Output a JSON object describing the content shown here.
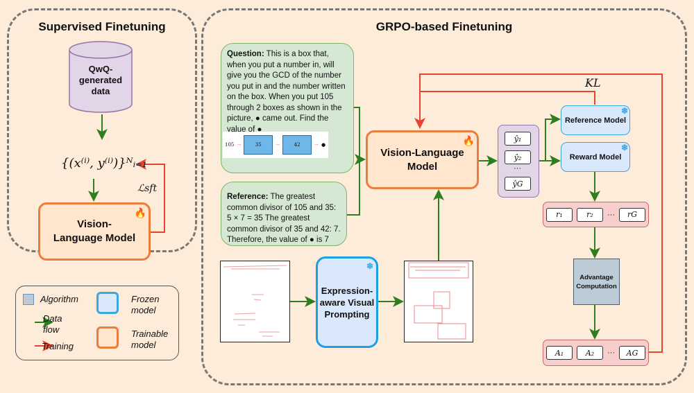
{
  "sft": {
    "title": "Supervised Finetuning",
    "data_label": "QwQ-generated data",
    "dataset_formula": "{(x⁽ⁱ⁾, y⁽ⁱ⁾)}ᴺᵢ₌₁",
    "loss_label": "ℒsft",
    "model_label": "Vision-Language Model"
  },
  "grpo": {
    "title": "GRPO-based Finetuning",
    "question_bold": "Question:",
    "question_text": "This is a box that, when you put a number in, will give you the GCD of the number you put in and the number written on the box. When you put 105 through 2 boxes as shown in the picture, ● came out. Find the value of ●",
    "figure": {
      "input": "105",
      "box1": "35",
      "box2": "42"
    },
    "reference_bold": "Reference:",
    "reference_text": "The greatest common divisor of 105 and 35: 5 × 7 = 35 The greatest common divisor of 35 and 42: 7. Therefore, the value of ● is 7",
    "model_label": "Vision-Language Model",
    "kl_label": "KL",
    "outputs": [
      "ŷ₁",
      "ŷ₂",
      "···",
      "ŷG"
    ],
    "reference_model": "Reference Model",
    "reward_model": "Reward Model",
    "rewards": [
      "r₁",
      "r₂",
      "···",
      "rG"
    ],
    "advantage_label": "Advantage Computation",
    "advantages": [
      "A₁",
      "A₂",
      "···",
      "AG"
    ],
    "evp_label": "Expression-aware Visual Prompting"
  },
  "legend": {
    "algorithm": "Algorithm",
    "data_flow": "Data flow",
    "training": "Training",
    "frozen": "Frozen model",
    "trainable": "Trainable model"
  },
  "colors": {
    "background": "#fdecd9",
    "data_flow": "#2e7d1e",
    "training": "#e8432e",
    "trainable_fill": "#ffe6cc",
    "trainable_border": "#ea7d3c",
    "frozen_fill": "#dae8fc",
    "frozen_border": "#3aa7dd",
    "algorithm_fill": "#bccbd6"
  },
  "icons": {
    "trainable": "fire-icon",
    "frozen": "snowflake-icon"
  }
}
